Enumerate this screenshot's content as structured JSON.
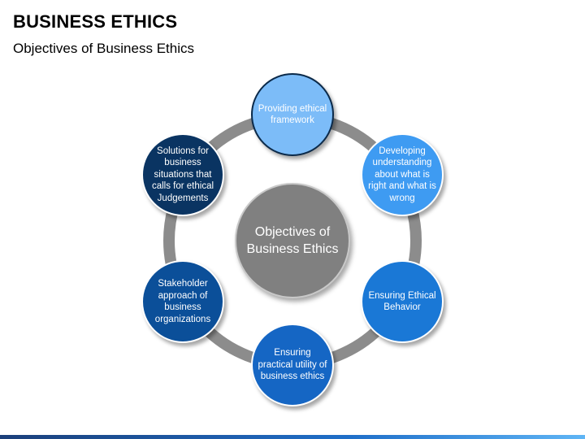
{
  "header": {
    "title": "BUSINESS ETHICS",
    "subtitle": "Objectives of Business Ethics"
  },
  "diagram": {
    "center": {
      "label": "Objectives of Business Ethics",
      "color": "#808080"
    },
    "ring_color": "#8c8c8c",
    "nodes": [
      {
        "label": "Providing ethical framework",
        "color": "#7cbcf8",
        "border": "#0b2a4a"
      },
      {
        "label": "Developing understanding about what is right and what is wrong",
        "color": "#3e9bf2",
        "border": "#ffffff"
      },
      {
        "label": "Ensuring Ethical Behavior",
        "color": "#1a78d6",
        "border": "#ffffff"
      },
      {
        "label": "Ensuring practical utility of business ethics",
        "color": "#1566c4",
        "border": "#ffffff"
      },
      {
        "label": "Stakeholder approach of business organizations",
        "color": "#0b4f99",
        "border": "#ffffff"
      },
      {
        "label": "Solutions for business situations that calls for ethical Judgements",
        "color": "#0a3462",
        "border": "#ffffff"
      }
    ]
  },
  "footer": {
    "colors": [
      "#1b3f7a",
      "#1f6fc9",
      "#5fb5f5"
    ]
  }
}
